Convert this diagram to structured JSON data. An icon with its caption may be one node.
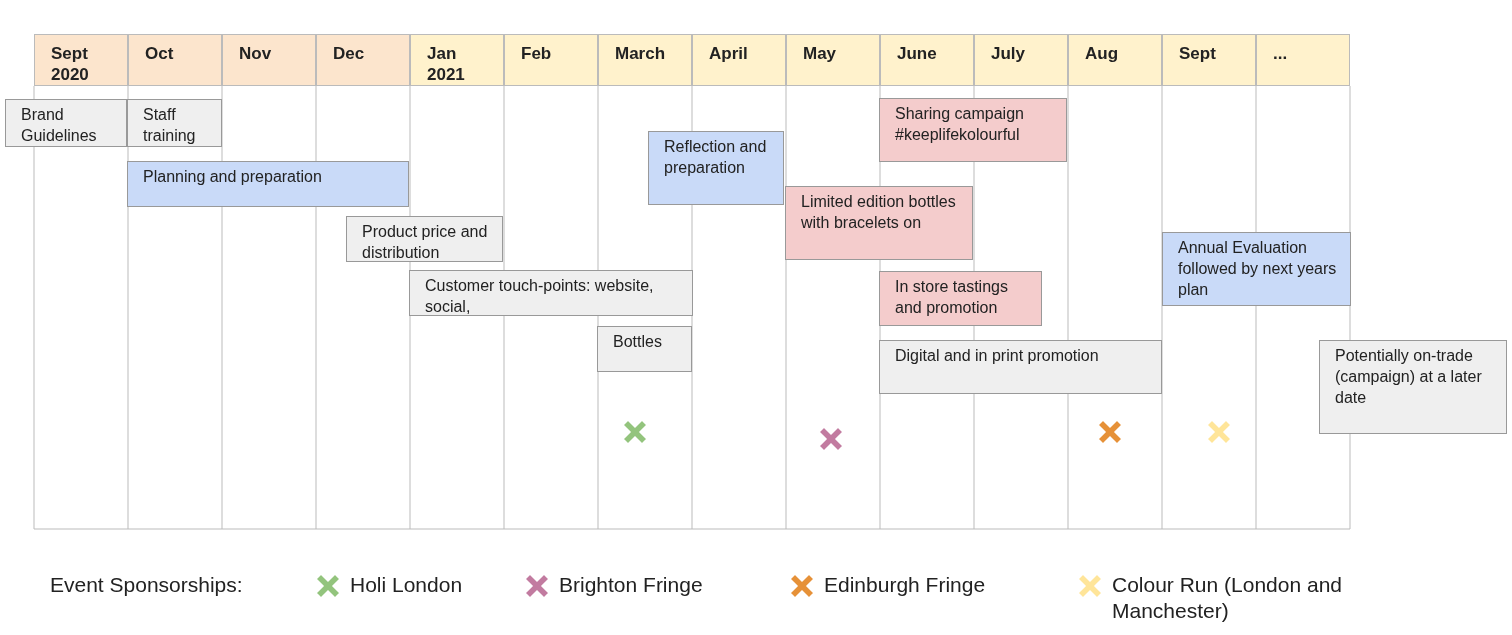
{
  "diagram": {
    "nodes": [
      {
        "text": [
          "Sept 2020"
        ]
      },
      {
        "text": [
          "Oct"
        ]
      },
      {
        "text": [
          "Nov"
        ]
      },
      {
        "text": [
          "Dec"
        ]
      },
      {
        "text": [
          "Jan 2021"
        ]
      },
      {
        "text": [
          "Feb"
        ]
      },
      {
        "text": [
          "March"
        ]
      },
      {
        "text": [
          "April"
        ]
      },
      {
        "text": [
          "May"
        ]
      },
      {
        "text": [
          "June"
        ]
      },
      {
        "text": [
          "July"
        ]
      },
      {
        "text": [
          "Aug"
        ]
      },
      {
        "text": [
          "Sept"
        ]
      },
      {
        "text": [
          "..."
        ]
      },
      {
        "text": [
          "Brand Guidelines"
        ]
      },
      {
        "text": [
          "Staff training"
        ]
      },
      {
        "text": [
          "Sharing campaign #keeplifekolourful"
        ]
      },
      {
        "text": [
          "Reflection and preparation"
        ]
      },
      {
        "text": [
          "Planning and preparation"
        ]
      },
      {
        "text": [
          "Limited edition bottles with bracelets on"
        ]
      },
      {
        "text": [
          "Product price and distribution"
        ]
      },
      {
        "text": [
          "Annual Evaluation followed by next years plan"
        ]
      },
      {
        "text": [
          "Customer touch-points: website, social,"
        ]
      },
      {
        "text": [
          "In store tastings and promotion"
        ]
      },
      {
        "text": [
          "Bottles"
        ]
      },
      {
        "text": [
          "Digital and in print promotion"
        ]
      },
      {
        "text": [
          "Potentially on-trade (campaign) at a later date"
        ]
      },
      {
        "text": [],
        "shape": "cross"
      },
      {
        "text": [],
        "shape": "cross"
      },
      {
        "text": [],
        "shape": "cross"
      },
      {
        "text": [],
        "shape": "cross"
      }
    ],
    "edges": [],
    "labels": [
      "Event Sponsorships:"
    ],
    "legend": [
      {
        "text": "Holi London",
        "color": "#93c47d"
      },
      {
        "text": "Brighton Fringe",
        "color": "#c27ba0"
      },
      {
        "text": "Edinburgh Fringe",
        "color": "#e69138"
      },
      {
        "text": "Colour Run (London and Manchester)",
        "color": "#ffe599"
      }
    ]
  }
}
